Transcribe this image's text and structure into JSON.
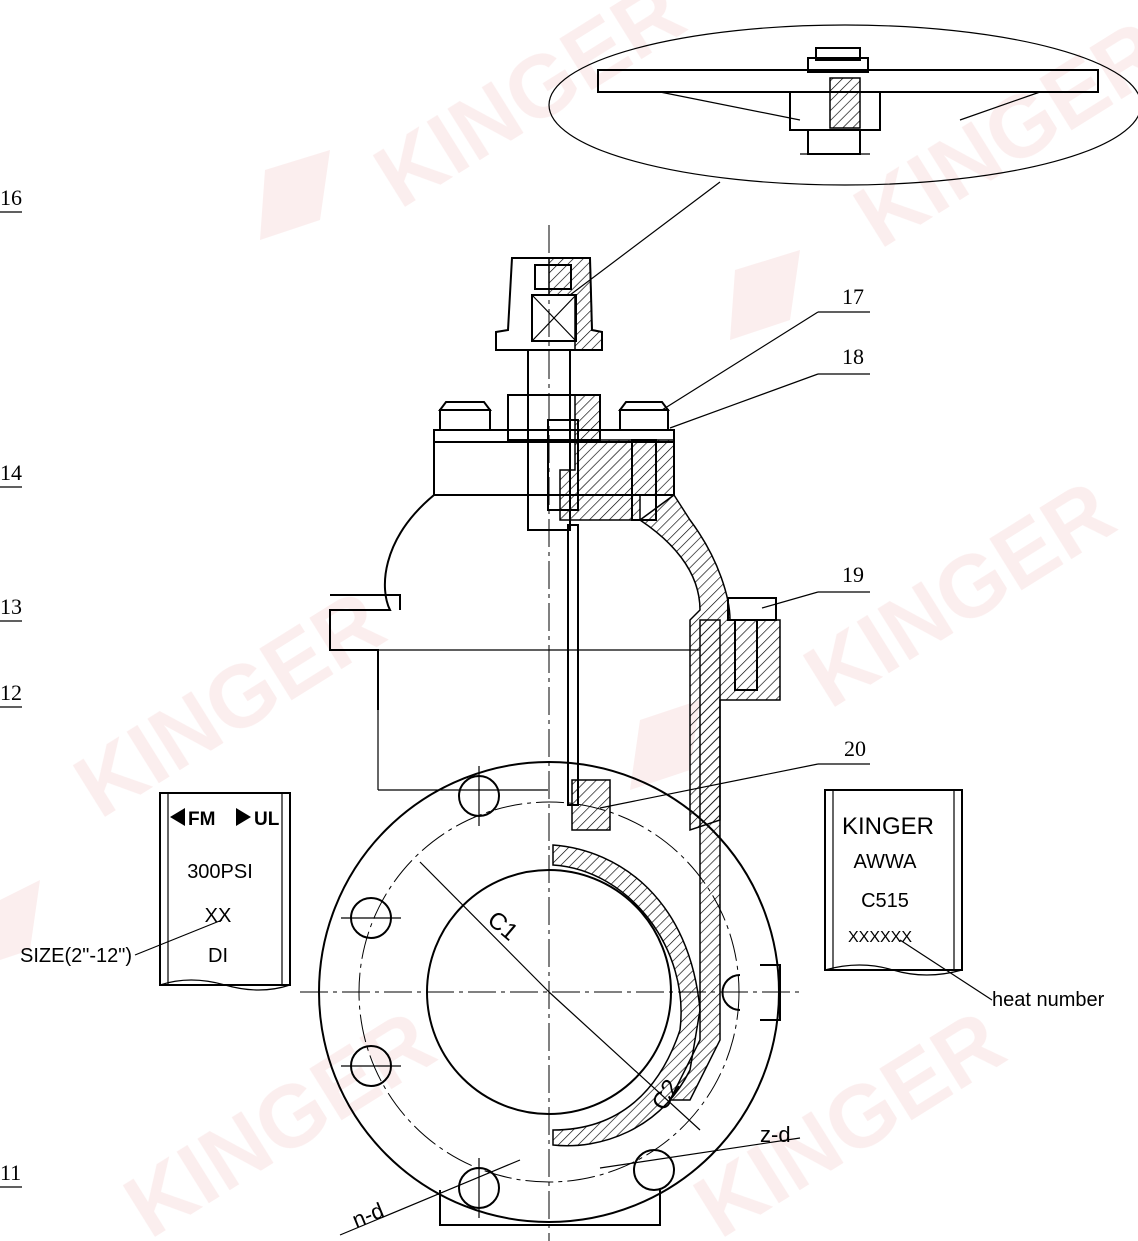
{
  "watermark": {
    "text": "KINGER",
    "color": "#e9a0a0"
  },
  "callouts": {
    "part_16": "16",
    "part_14": "14",
    "part_13": "13",
    "part_12": "12",
    "part_11": "11",
    "part_17": "17",
    "part_18": "18",
    "part_19": "19",
    "part_20": "20"
  },
  "dimensions": {
    "c1": "C1",
    "c2": "C2",
    "n_d": "n-d",
    "z_d": "z-d"
  },
  "left_tag": {
    "cert_fm": "FM",
    "cert_ul": "UL",
    "pressure": "300PSI",
    "size_code": "XX",
    "material": "DI",
    "size_note": "SIZE(2\"-12\")"
  },
  "right_tag": {
    "brand": "KINGER",
    "standard": "AWWA",
    "spec": "C515",
    "heat_code": "XXXXXX",
    "heat_note": "heat number"
  }
}
